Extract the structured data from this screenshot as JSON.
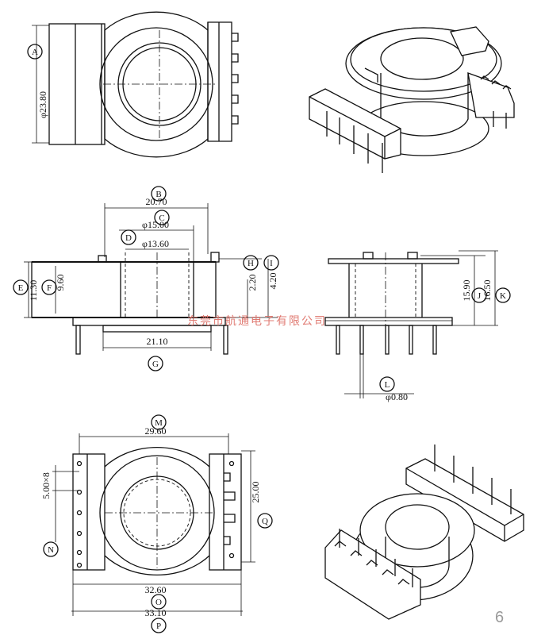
{
  "dimensions": {
    "A": "φ23.80",
    "B": "20.70",
    "C": "φ15.00",
    "D": "φ13.60",
    "E": "11.30",
    "F": "9.60",
    "G": "21.10",
    "H": "2.20",
    "I": "4.20",
    "J": "15.90",
    "K": "16.50",
    "L": "φ0.80",
    "M": "29.60",
    "N": "5.00×8",
    "O": "32.60",
    "P": "33.10",
    "Q": "25.00"
  },
  "labels": {
    "A": "A",
    "B": "B",
    "C": "C",
    "D": "D",
    "E": "E",
    "F": "F",
    "G": "G",
    "H": "H",
    "I": "I",
    "J": "J",
    "K": "K",
    "L": "L",
    "M": "M",
    "N": "N",
    "O": "O",
    "P": "P",
    "Q": "Q"
  },
  "watermark": "东莞市航通电子有限公司",
  "page_number": "6"
}
